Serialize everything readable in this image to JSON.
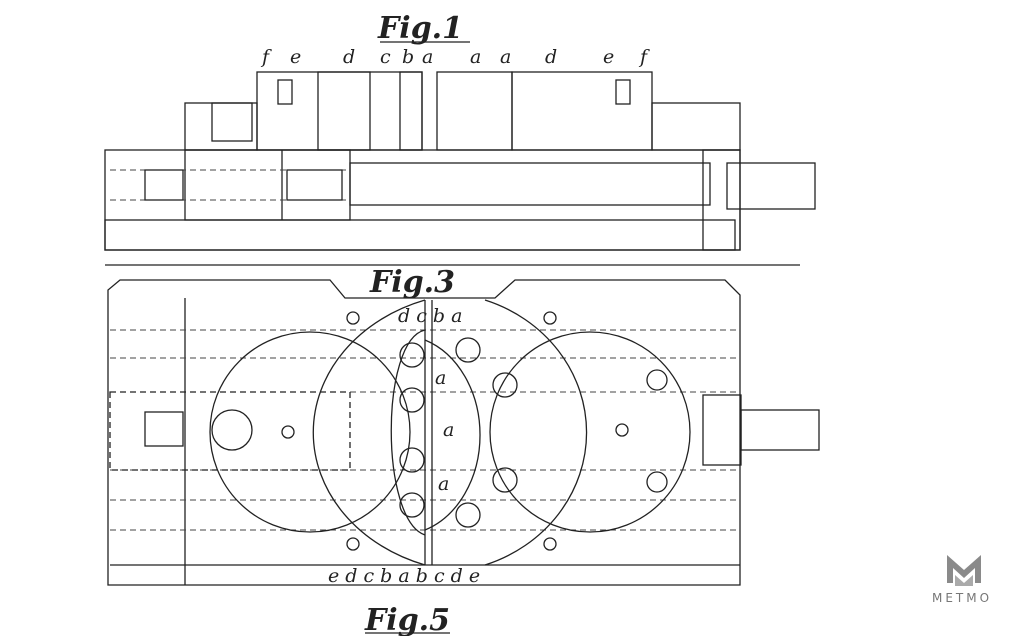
{
  "figures": {
    "fig1": {
      "title": "Fig.1",
      "labels_left": [
        "f",
        "e",
        "d",
        "c",
        "b",
        "a"
      ],
      "labels_right": [
        "a",
        "a",
        "d",
        "e",
        "f"
      ]
    },
    "fig3": {
      "title": "Fig.3",
      "labels_top": "d c b a",
      "center_labels": [
        "a",
        "a",
        "a"
      ],
      "labels_bottom": "e d c b a b c d e"
    },
    "fig5": {
      "title": "Fig.5"
    }
  },
  "watermark": {
    "text": "METMO",
    "color": "#8a8a8a"
  }
}
